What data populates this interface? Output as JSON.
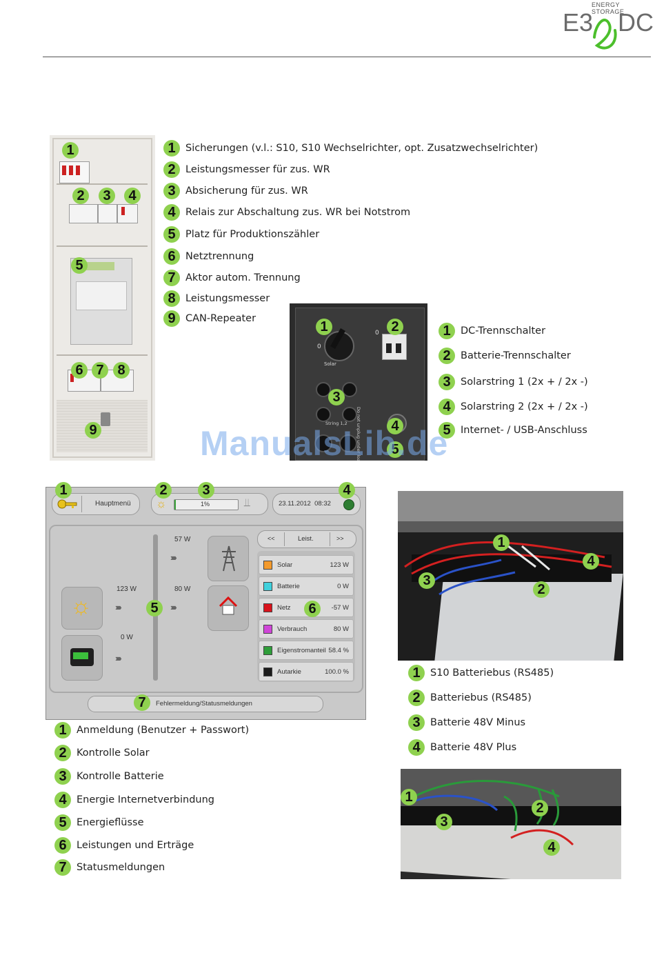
{
  "logo": {
    "top": "ENERGY STORAGE",
    "left": "E3",
    "right": "DC"
  },
  "watermark": "ManualsLib.de",
  "cabinet_legend": [
    {
      "n": "1",
      "text": "Sicherungen (v.l.: S10, S10 Wechselrichter, opt. Zusatzwechselrichter)"
    },
    {
      "n": "2",
      "text": "Leistungsmesser für zus. WR"
    },
    {
      "n": "3",
      "text": "Absicherung für zus. WR"
    },
    {
      "n": "4",
      "text": "Relais zur Abschaltung zus. WR bei Notstrom"
    },
    {
      "n": "5",
      "text": "Platz für Produktionszähler"
    },
    {
      "n": "6",
      "text": "Netztrennung"
    },
    {
      "n": "7",
      "text": "Aktor autom. Trennung"
    },
    {
      "n": "8",
      "text": "Leistungsmesser"
    },
    {
      "n": "9",
      "text": "CAN-Repeater"
    }
  ],
  "cabinet_photo_badges": [
    "1",
    "2",
    "3",
    "4",
    "5",
    "6",
    "7",
    "8",
    "9"
  ],
  "panel_photo": {
    "labels": {
      "solar": "Solar",
      "string": "String 1,2",
      "side": "Do not unplug under load"
    },
    "badges": [
      "1",
      "2",
      "3",
      "4",
      "5"
    ]
  },
  "panel_legend": [
    {
      "n": "1",
      "text": "DC-Trennschalter"
    },
    {
      "n": "2",
      "text": "Batterie-Trennschalter"
    },
    {
      "n": "3",
      "text": "Solarstring 1 (2x + / 2x -)"
    },
    {
      "n": "4",
      "text": "Solarstring 2 (2x + / 2x -)"
    },
    {
      "n": "5",
      "text": "Internet- / USB-Anschluss"
    }
  ],
  "hmi": {
    "menu": "Hauptmenü",
    "battery_percent": "1%",
    "datetime": "23.11.2012  08:32",
    "nav": {
      "prev": "<<",
      "label": "Leist.",
      "next": ">>"
    },
    "flows": {
      "grid": "57 W",
      "solar": "123 W",
      "house": "80 W",
      "battery": "0 W"
    },
    "values": [
      {
        "label": "Solar",
        "value": "123 W",
        "color": "#f39a2c"
      },
      {
        "label": "Batterie",
        "value": "0 W",
        "color": "#3fd0dc"
      },
      {
        "label": "Netz",
        "value": "-57 W",
        "color": "#d8121b"
      },
      {
        "label": "Verbrauch",
        "value": "80 W",
        "color": "#d046d8"
      },
      {
        "label": "Eigenstromanteil",
        "value": "58.4 %",
        "color": "#2f9e3a"
      },
      {
        "label": "Autarkie",
        "value": "100.0 %",
        "color": "#1c1c1c"
      }
    ],
    "status": "Fehlermeldung/Statusmeldungen",
    "badges": [
      "1",
      "2",
      "3",
      "4",
      "5",
      "6",
      "7"
    ]
  },
  "hmi_legend": [
    {
      "n": "1",
      "text": "Anmeldung (Benutzer + Passwort)"
    },
    {
      "n": "2",
      "text": "Kontrolle Solar"
    },
    {
      "n": "3",
      "text": "Kontrolle Batterie"
    },
    {
      "n": "4",
      "text": "Energie Internetverbindung"
    },
    {
      "n": "5",
      "text": "Energieflüsse"
    },
    {
      "n": "6",
      "text": "Leistungen und Erträge"
    },
    {
      "n": "7",
      "text": "Statusmeldungen"
    }
  ],
  "battery_photo1_badges": [
    "1",
    "2",
    "3",
    "4"
  ],
  "battery_legend": [
    {
      "n": "1",
      "text": "S10 Batteriebus (RS485)"
    },
    {
      "n": "2",
      "text": "Batteriebus (RS485)"
    },
    {
      "n": "3",
      "text": "Batterie 48V Minus"
    },
    {
      "n": "4",
      "text": "Batterie 48V Plus"
    }
  ],
  "battery_photo2_badges": [
    "1",
    "2",
    "3",
    "4"
  ]
}
